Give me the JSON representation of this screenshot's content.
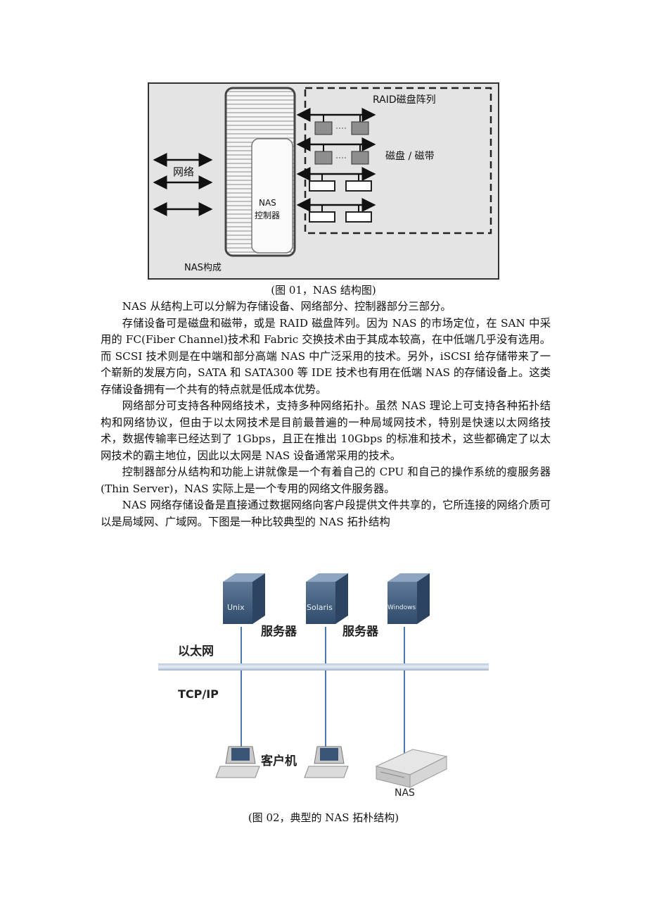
{
  "figure1": {
    "label_raid": "RAID磁盘阵列",
    "label_disk": "磁盘 / 磁带",
    "label_network": "网络",
    "label_nas": "NAS",
    "label_controller": "控制器",
    "label_composition": "NAS构成",
    "caption": "(图 01，NAS 结构图)"
  },
  "paragraphs": [
    "NAS 从结构上可以分解为存储设备、网络部分、控制器部分三部分。",
    "存储设备可是磁盘和磁带，或是 RAID 磁盘阵列。因为 NAS 的市场定位，在 SAN 中采用的 FC(Fiber Channel)技术和 Fabric 交换技术由于其成本较高，在中低端几乎没有选用。而 SCSI 技术则是在中端和部分高端 NAS 中广泛采用的技术。另外，iSCSI 给存储带来了一个崭新的发展方向，SATA 和 SATA300 等 IDE 技术也有用在低端 NAS 的存储设备上。这类存储设备拥有一个共有的特点就是低成本优势。",
    "网络部分可支持各种网络技术，支持多种网络拓扑。虽然 NAS 理论上可支持各种拓扑结构和网络协议，但由于以太网技术是目前最普遍的一种局域网技术，特别是快速以太网络技术，数据传输率已经达到了 1Gbps，且正在推出 10Gbps 的标准和技术，这些都确定了以太网技术的霸主地位，因此以太网是 NAS 设备通常采用的技术。",
    "控制器部分从结构和功能上讲就像是一个有着自己的 CPU 和自己的操作系统的瘦服务器(Thin Server)，NAS 实际上是一个专用的网络文件服务器。",
    "NAS 网络存储设备是直接通过数据网络向客户段提供文件共享的，它所连接的网络介质可以是局域网、广域网。下图是一种比较典型的 NAS 拓扑结构"
  ],
  "figure2": {
    "server1": "Unix",
    "server2": "Solaris",
    "server3": "Windows",
    "label_server_a": "服务器",
    "label_server_b": "服务器",
    "label_ethernet": "以太网",
    "label_tcpip": "TCP/IP",
    "label_client": "客户机",
    "label_nas": "NAS",
    "caption": "(图 02，典型的 NAS 拓朴结构)"
  }
}
